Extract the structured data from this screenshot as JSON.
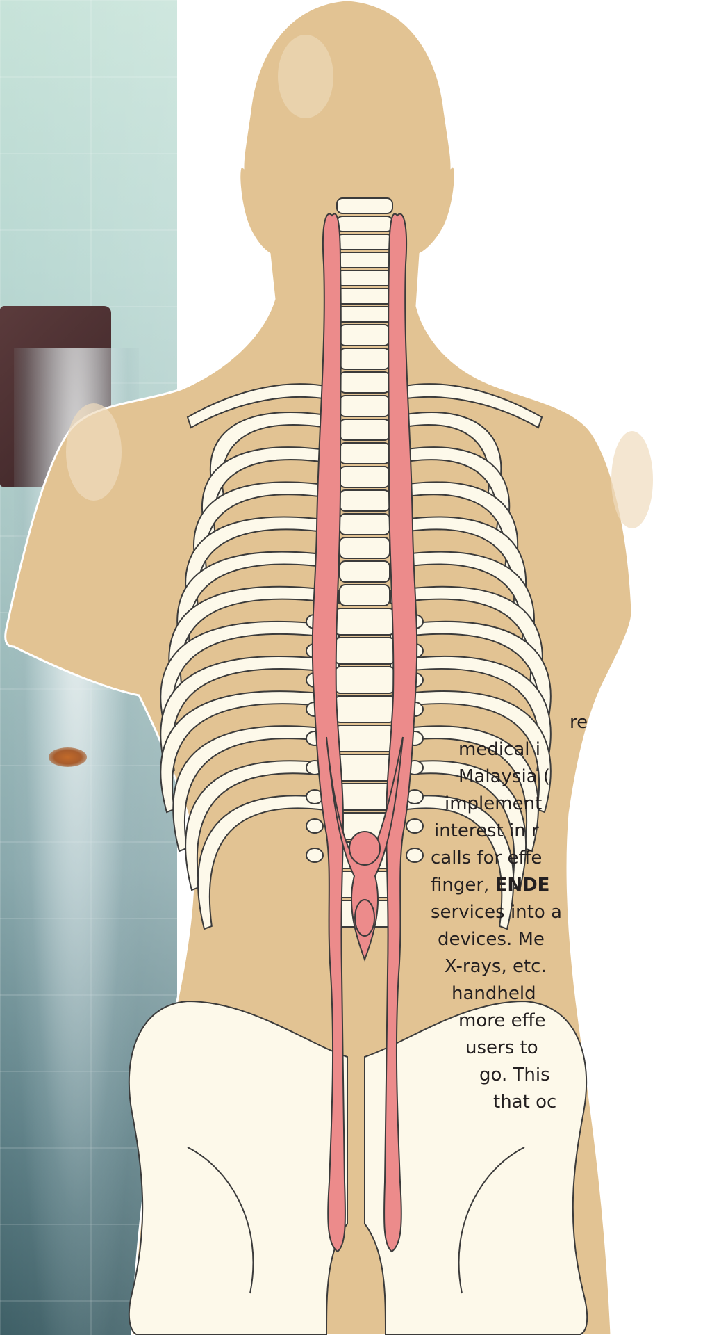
{
  "colors": {
    "skin": "#e2c393",
    "bone": "#fdf9ea",
    "spinal_cord": "#ec8b8b",
    "outline": "#3b3b3b"
  },
  "photo": {
    "description_icon": "medical-room-photo"
  },
  "illustration": {
    "icon": "human-torso-spine-anatomy"
  },
  "article": {
    "lines": [
      {
        "text": "re",
        "bold": ""
      },
      {
        "text": "medical i",
        "bold": ""
      },
      {
        "text": "Malaysia (",
        "bold": ""
      },
      {
        "text": "implement",
        "bold": ""
      },
      {
        "text": "interest in r",
        "bold": ""
      },
      {
        "text": "calls for effe",
        "bold": ""
      },
      {
        "text": "finger, ",
        "bold": "ENDE"
      },
      {
        "text": "services into a",
        "bold": ""
      },
      {
        "text": "devices. Me",
        "bold": ""
      },
      {
        "text": "X-rays, etc.",
        "bold": ""
      },
      {
        "text": "handheld",
        "bold": ""
      },
      {
        "text": "more effe",
        "bold": ""
      },
      {
        "text": "users to",
        "bold": ""
      },
      {
        "text": "go. This",
        "bold": ""
      },
      {
        "text": "that oc",
        "bold": ""
      }
    ]
  }
}
